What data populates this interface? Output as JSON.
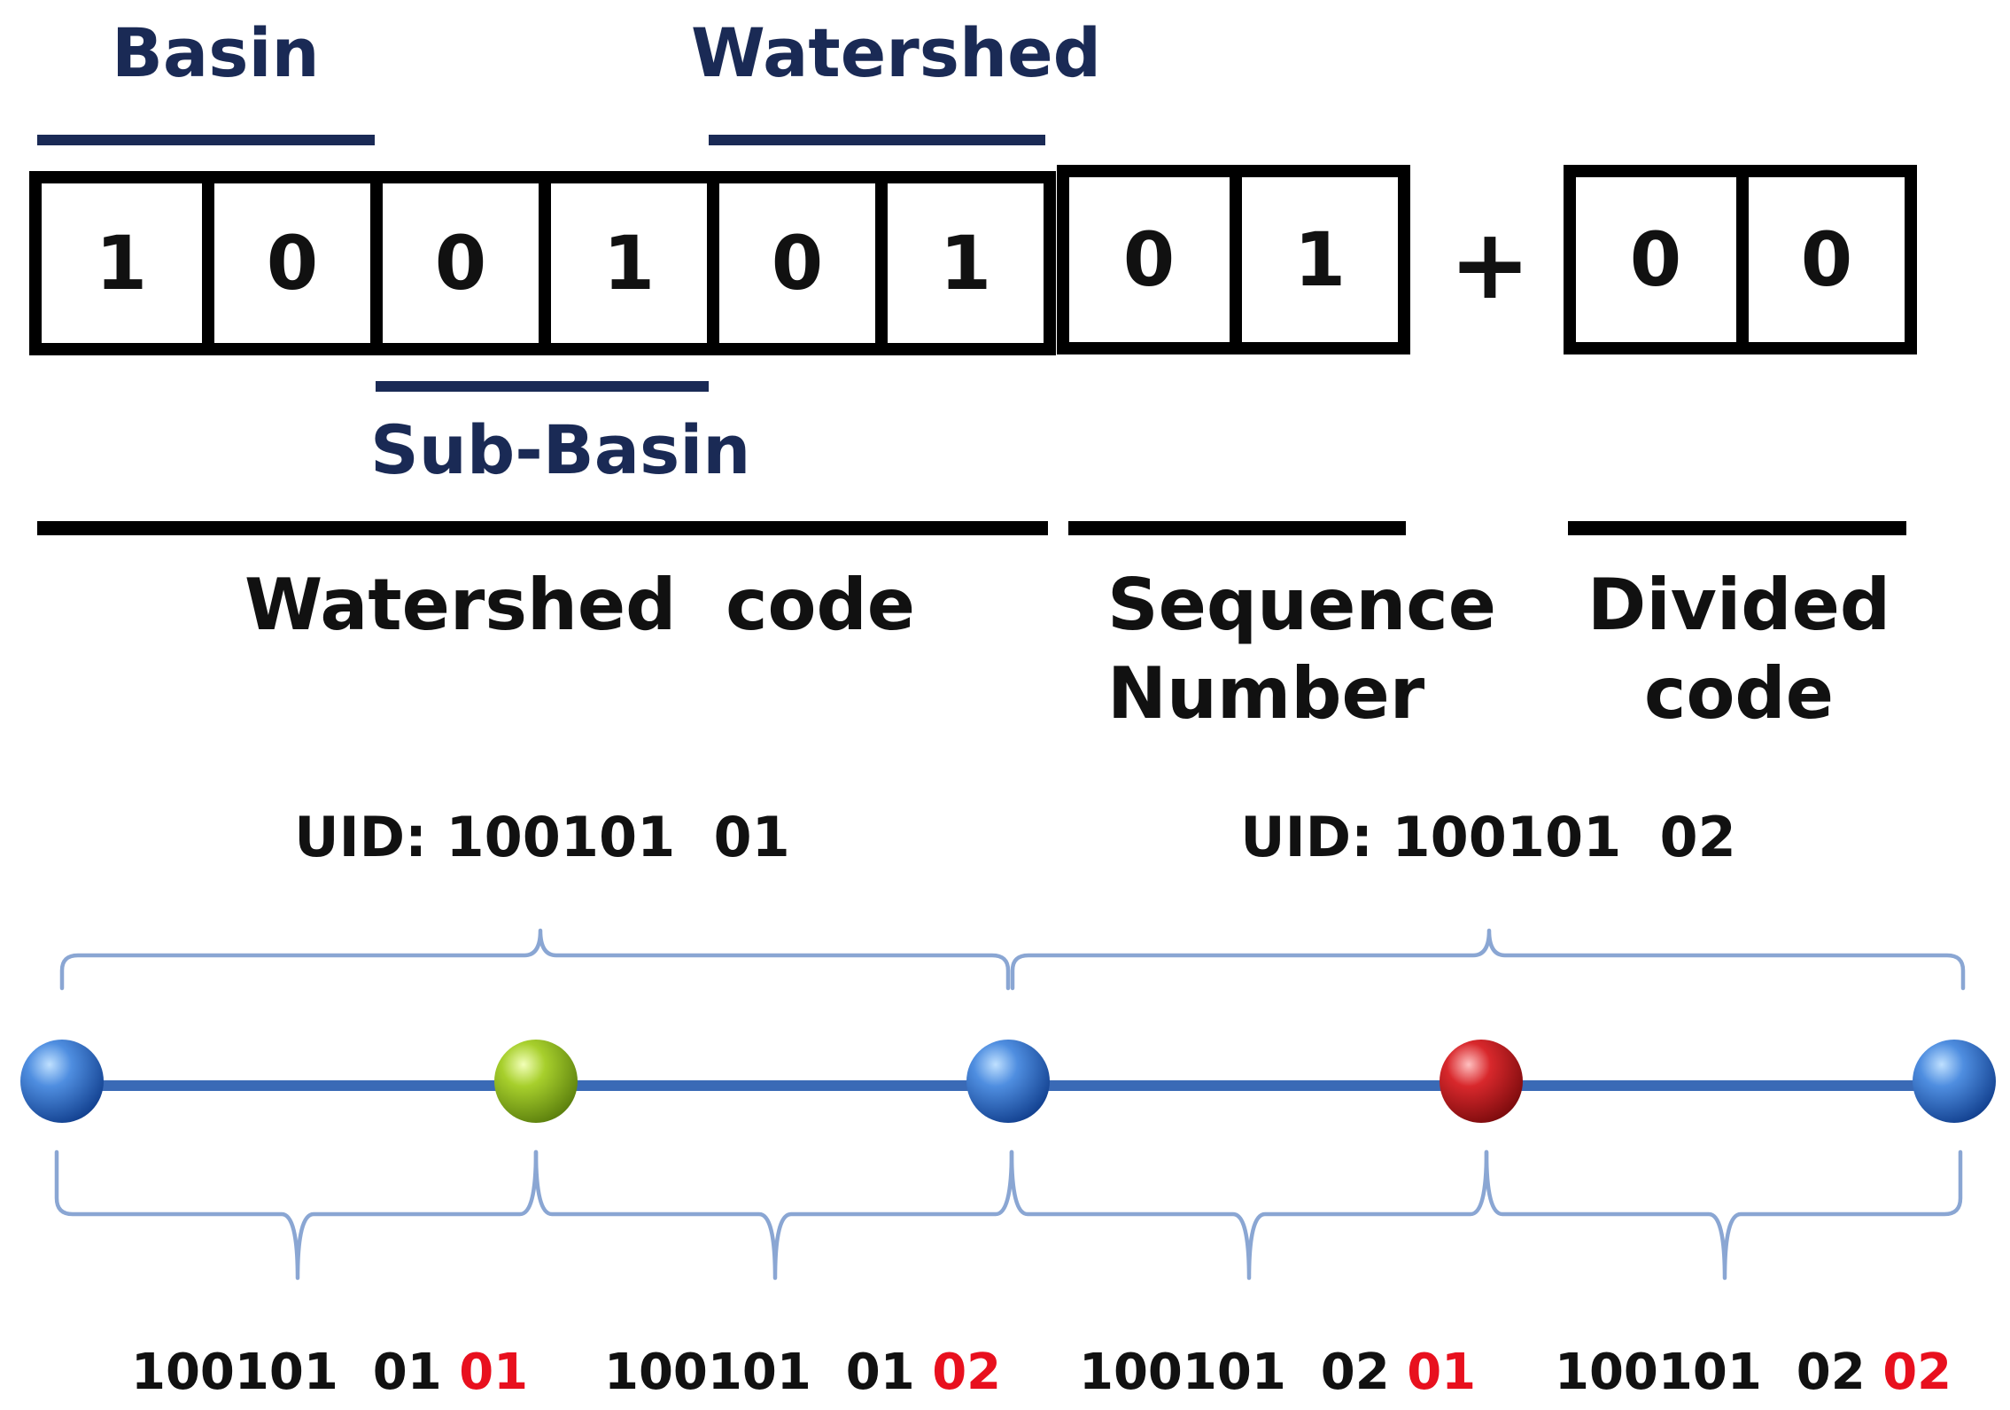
{
  "labels": {
    "basin": "Basin",
    "watershed": "Watershed",
    "sub_basin": "Sub-Basin",
    "plus": "+",
    "watershed_code": "Watershed  code",
    "sequence_number": [
      "Sequence",
      "Number"
    ],
    "divided_code": [
      "Divided",
      "code"
    ]
  },
  "digits": {
    "watershed_code": [
      "1",
      "0",
      "0",
      "1",
      "0",
      "1"
    ],
    "sequence_number": [
      "0",
      "1"
    ],
    "divided_code": [
      "0",
      "0"
    ]
  },
  "uid_labels": [
    "UID: 100101  01",
    "UID: 100101  02"
  ],
  "segment_codes": [
    {
      "base": "100101  01 ",
      "suffix": "01"
    },
    {
      "base": "100101  01 ",
      "suffix": "02"
    },
    {
      "base": "100101  02 ",
      "suffix": "01"
    },
    {
      "base": "100101  02 ",
      "suffix": "02"
    }
  ],
  "nodes": [
    {
      "name": "node-start",
      "color": "blue"
    },
    {
      "name": "node-divide-1",
      "color": "green"
    },
    {
      "name": "node-middle",
      "color": "blue"
    },
    {
      "name": "node-divide-2",
      "color": "red"
    },
    {
      "name": "node-end",
      "color": "blue"
    }
  ],
  "colors": {
    "label_blue": "#1a2a55",
    "line_blue": "#3a6ab6",
    "brace_blue": "#8aa6d3",
    "red_text": "#e8101e"
  }
}
